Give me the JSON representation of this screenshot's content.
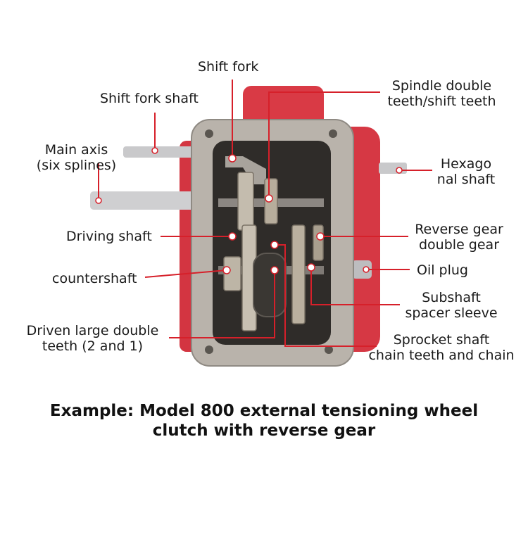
{
  "labels": {
    "shift_fork": "Shift fork",
    "shift_fork_shaft": "Shift fork shaft",
    "main_axis_1": "Main axis",
    "main_axis_2": "(six splines)",
    "driving_shaft": "Driving shaft",
    "countershaft": "countershaft",
    "driven_gear_1": "Driven large double",
    "driven_gear_2": "teeth (2 and 1)",
    "spindle_teeth_1": "Spindle double",
    "spindle_teeth_2": "teeth/shift teeth",
    "hex_shaft_1": "Hexago",
    "hex_shaft_2": "nal shaft",
    "reverse_gear_1": "Reverse gear",
    "reverse_gear_2": "double gear",
    "oil_plug": "Oil plug",
    "spacer_1": "Subshaft",
    "spacer_2": "spacer sleeve",
    "sprocket_1": "Sprocket shaft",
    "sprocket_2": "chain teeth and chain"
  },
  "caption": {
    "line1": "Example: Model 800 external tensioning wheel",
    "line2": "clutch with reverse gear"
  },
  "colors": {
    "leader": "#d6202a",
    "housing": "#b9b3ab",
    "paint": "#d93a45"
  }
}
